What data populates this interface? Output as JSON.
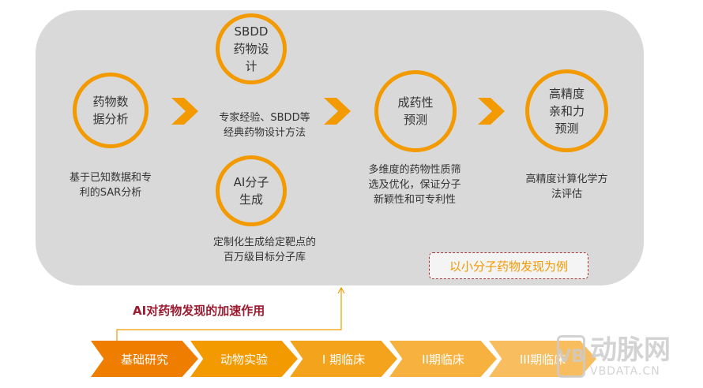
{
  "steps": [
    {
      "label": "药物数\n据分析",
      "desc": "基于已知数据和专\n利的SAR分析"
    },
    {
      "label": "SBDD\n药物设\n计",
      "desc": "专家经验、SBDD等\n经典药物设计方法"
    },
    {
      "label": "AI分子\n生成",
      "desc": "定制化生成给定靶点的\n百万级目标分子库"
    },
    {
      "label": "成药性\n预测",
      "desc": "多维度的药物性质筛\n选及优化，保证分子\n新颖性和可专利性"
    },
    {
      "label": "高精度\n亲和力\n预测",
      "desc": "高精度计算化学方\n法评估"
    }
  ],
  "note": "以小分子药物发现为例",
  "title": "AI对药物发现的加速作用",
  "stages": [
    "基础研究",
    "动物实验",
    "I 期临床",
    "II期临床",
    "III期临床"
  ],
  "watermark": {
    "name": "动脉网",
    "url": "VBDATA.CN"
  },
  "colors": {
    "accent": "#f29a00",
    "title": "#9b1b30",
    "stages": [
      "#ef7d00",
      "#f29a00",
      "#f4a31c",
      "#f6b13f",
      "#f8bd5e"
    ]
  }
}
